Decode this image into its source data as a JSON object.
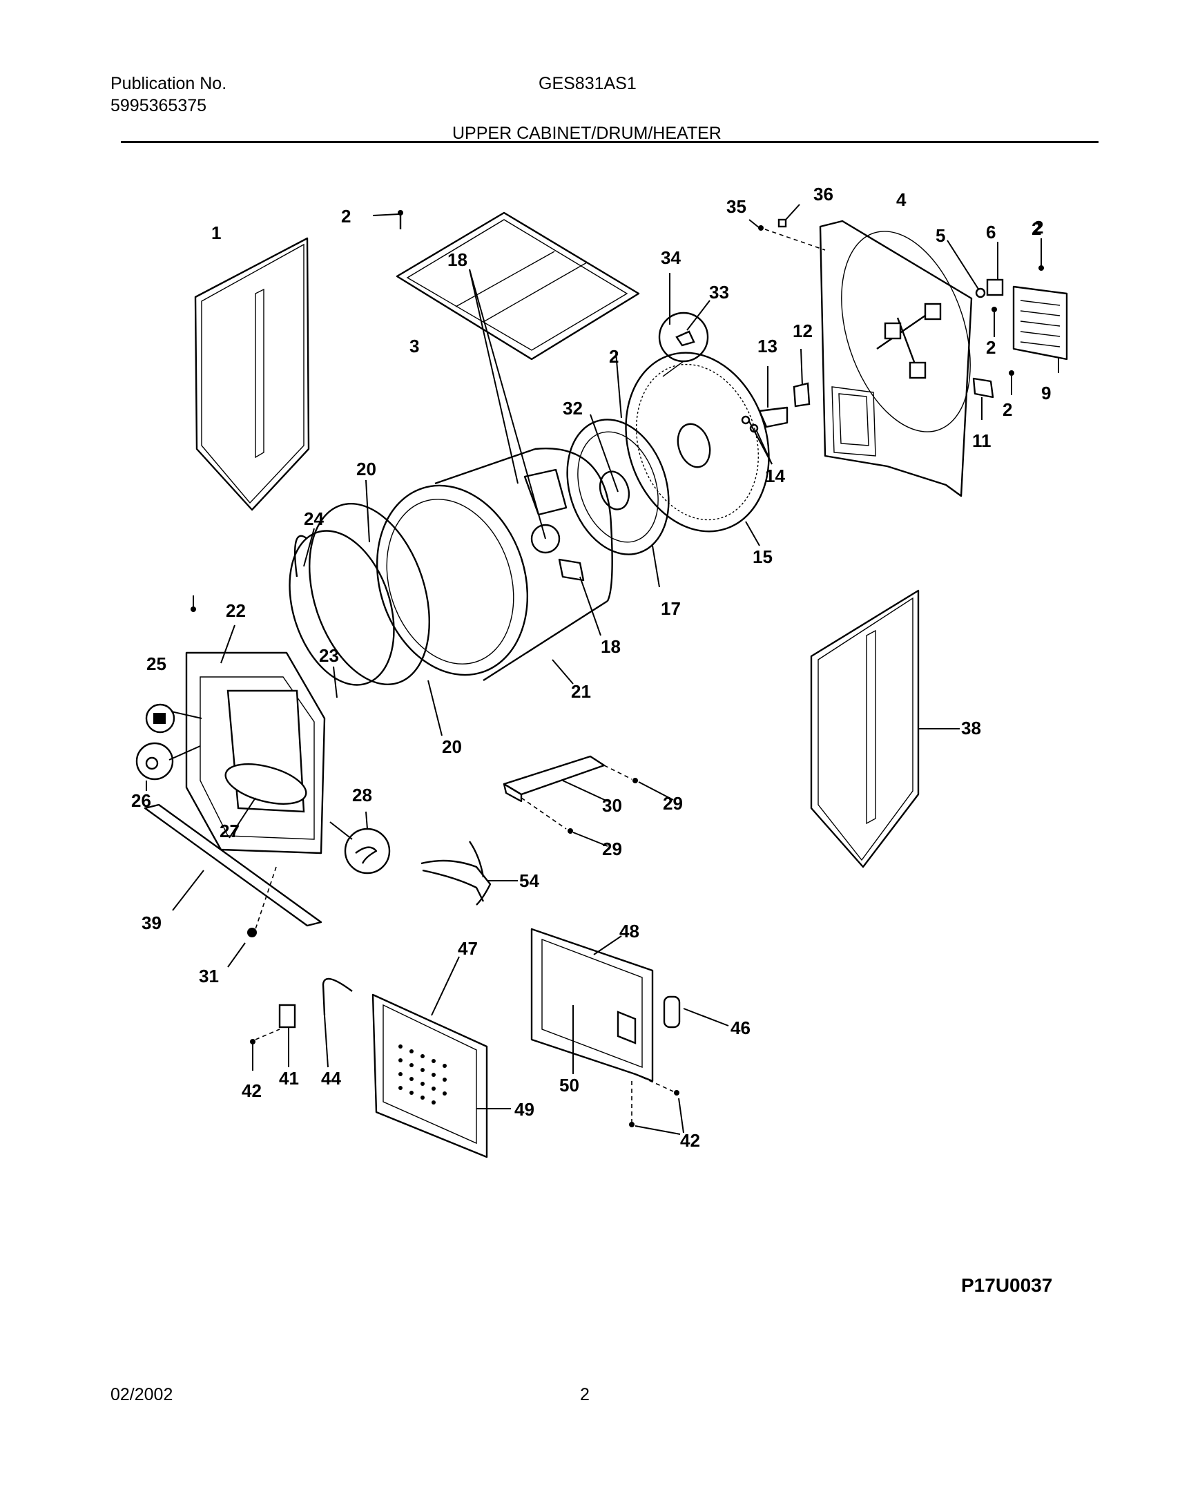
{
  "header": {
    "publication_label": "Publication No.",
    "publication_number": "5995365375",
    "model": "GES831AS1",
    "section_title": "UPPER CABINET/DRUM/HEATER"
  },
  "callouts": [
    "1",
    "2",
    "3",
    "2",
    "4",
    "35",
    "36",
    "5",
    "6",
    "2",
    "2",
    "9",
    "2",
    "11",
    "34",
    "33",
    "12",
    "13",
    "14",
    "15",
    "32",
    "17",
    "18",
    "18",
    "20",
    "20",
    "24",
    "21",
    "22",
    "23",
    "25",
    "26",
    "27",
    "28",
    "38",
    "29",
    "30",
    "29",
    "54",
    "39",
    "31",
    "48",
    "47",
    "46",
    "44",
    "41",
    "42",
    "50",
    "49",
    "42",
    "2"
  ],
  "drawing_code": "P17U0037",
  "footer": {
    "date": "02/2002",
    "page": "2"
  }
}
